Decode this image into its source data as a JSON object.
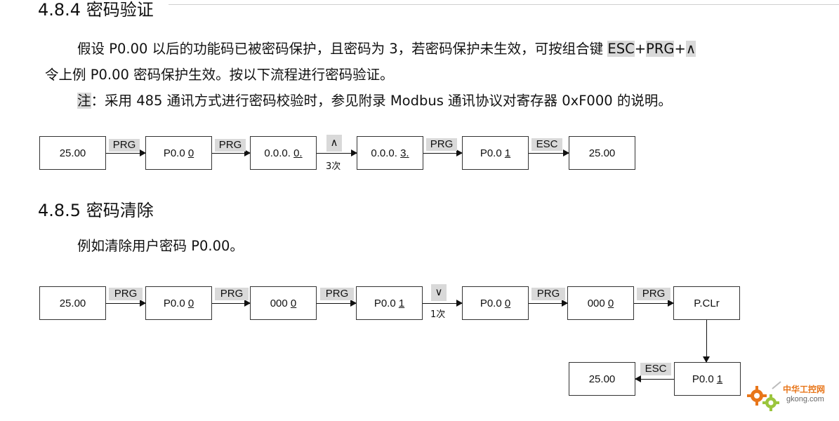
{
  "section_484": {
    "title": "4.8.4 密码验证"
  },
  "para1": {
    "line1_pre": "假设 P0.00 以后的功能码已被密码保护，且密码为 3，若密码保护未生效，可按组合键 ",
    "key_esc": "ESC",
    "plus1": "+",
    "key_prg": "PRG",
    "plus2": "+",
    "key_up": "∧",
    "line2": "令上例 P0.00 密码保护生效。按以下流程进行密码验证。"
  },
  "note": {
    "label": "注",
    "text": "：采用 485 通讯方式进行密码校验时，参见附录 Modbus 通讯协议对寄存器 0xF000 的说明。"
  },
  "flow1": {
    "boxes": [
      {
        "pre": "25.00",
        "u": ""
      },
      {
        "pre": "P0.0 ",
        "u": "0"
      },
      {
        "pre": "0.0.0. ",
        "u": "0."
      },
      {
        "pre": "0.0.0. ",
        "u": "3."
      },
      {
        "pre": "P0.0 ",
        "u": "1"
      },
      {
        "pre": "25.00",
        "u": ""
      }
    ],
    "keys": [
      "PRG",
      "PRG",
      "∧",
      "PRG",
      "ESC"
    ],
    "count": "3次"
  },
  "section_485": {
    "title": "4.8.5 密码清除"
  },
  "para2": {
    "text": "例如清除用户密码 P0.00。"
  },
  "flow2": {
    "boxes": [
      {
        "pre": "25.00",
        "u": ""
      },
      {
        "pre": "P0.0 ",
        "u": "0"
      },
      {
        "pre": "000 ",
        "u": "0"
      },
      {
        "pre": "P0.0 ",
        "u": "1"
      },
      {
        "pre": "P0.0 ",
        "u": "0"
      },
      {
        "pre": "000 ",
        "u": "0"
      },
      {
        "pre": "P.CLr",
        "u": ""
      }
    ],
    "keys": [
      "PRG",
      "PRG",
      "PRG",
      "∨",
      "PRG",
      "PRG"
    ],
    "count": "1次",
    "row2_boxes": [
      {
        "pre": "25.00",
        "u": ""
      },
      {
        "pre": "P0.0 ",
        "u": "1"
      }
    ],
    "row2_key": "ESC"
  },
  "watermark": {
    "cn": "中华工控网",
    "en": "gkong.com"
  },
  "colors": {
    "key_bg": "#d9d9d9",
    "logo_orange": "#e8761a",
    "logo_green": "#9bc53d"
  }
}
